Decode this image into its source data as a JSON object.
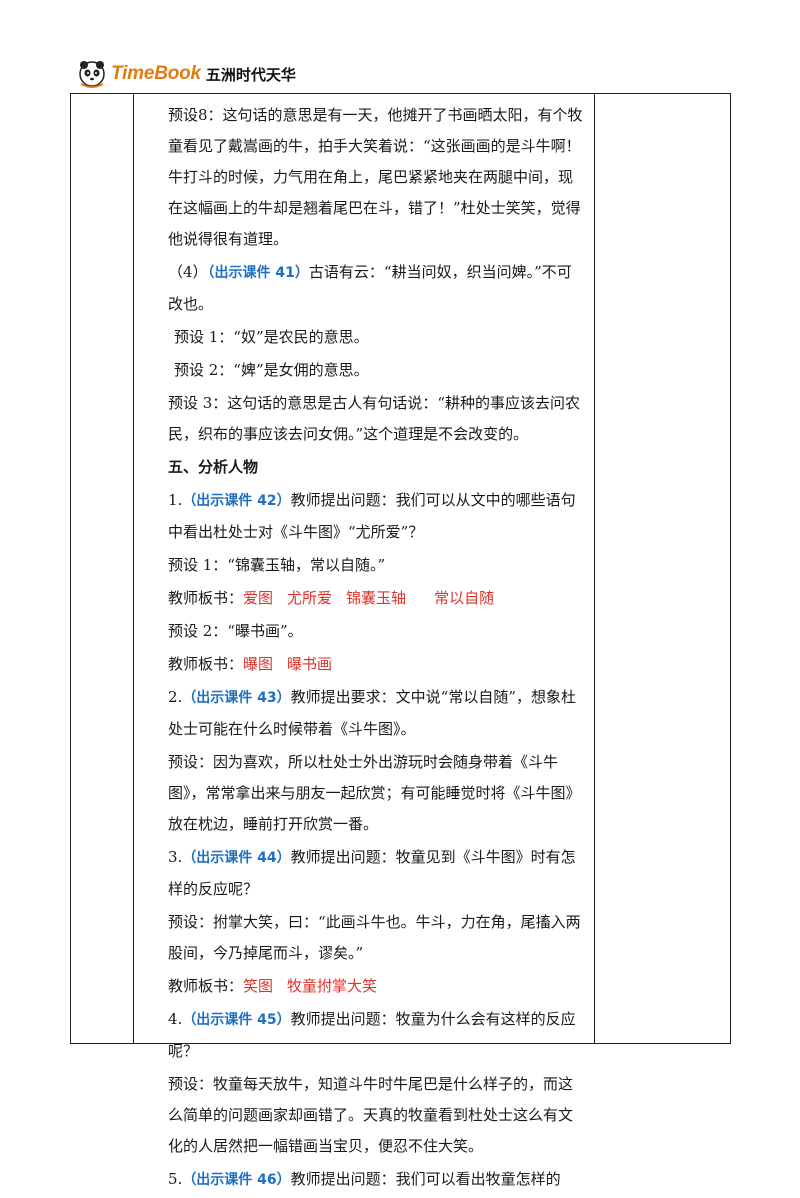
{
  "header": {
    "logo_en": "TimeBook",
    "logo_cn": "五洲时代天华"
  },
  "paras": {
    "p1": "预设8：这句话的意思是有一天，他摊开了书画晒太阳，有个牧童看见了戴嵩画的牛，拍手大笑着说：“这张画画的是斗牛啊！牛打斗的时候，力气用在角上，尾巴紧紧地夹在两腿中间，现在这幅画上的牛却是翘着尾巴在斗，错了！”杜处士笑笑，觉得他说得很有道理。",
    "p2_pre": "（4）",
    "p2_ref": "（出示课件 41）",
    "p2_text": "古语有云：“耕当问奴，织当问婢。”不可改也。",
    "p3": "预设 1：“奴”是农民的意思。",
    "p4": "预设 2：“婢”是女佣的意思。",
    "p5": "预设 3：这句话的意思是古人有句话说：“耕种的事应该去问农民，织布的事应该去问女佣。”这个道理是不会改变的。",
    "sec": "五、分析人物",
    "q1_num": "1.",
    "q1_ref": "（出示课件 42）",
    "q1_text": "教师提出问题：我们可以从文中的哪些语句中看出杜处士对《斗牛图》“尤所爱”？",
    "q1_a1": "预设 1：“锦囊玉轴，常以自随。”",
    "q1_b1_label": "教师板书：",
    "q1_b1_items": [
      "爱图",
      "尤所爱",
      "锦囊玉轴",
      "常以自随"
    ],
    "q1_a2": "预设 2：“曝书画”。",
    "q1_b2_label": "教师板书：",
    "q1_b2_items": [
      "曝图",
      "曝书画"
    ],
    "q2_num": "2.",
    "q2_ref": "（出示课件 43）",
    "q2_text": "教师提出要求：文中说“常以自随”，想象杜处士可能在什么时候带着《斗牛图》。",
    "q2_a": "预设：因为喜欢，所以杜处士外出游玩时会随身带着《斗牛图》，常常拿出来与朋友一起欣赏；有可能睡觉时将《斗牛图》放在枕边，睡前打开欣赏一番。",
    "q3_num": "3.",
    "q3_ref": "（出示课件 44）",
    "q3_text": "教师提出问题：牧童见到《斗牛图》时有怎样的反应呢？",
    "q3_a": "预设：拊掌大笑，曰：“此画斗牛也。牛斗，力在角，尾搐入两股间，今乃掉尾而斗，谬矣。”",
    "q3_b_label": "教师板书：",
    "q3_b_items": [
      "笑图",
      "牧童拊掌大笑"
    ],
    "q4_num": "4.",
    "q4_ref": "（出示课件 45）",
    "q4_text": "教师提出问题：牧童为什么会有这样的反应呢？",
    "q4_a": "预设：牧童每天放牛，知道斗牛时牛尾巴是什么样子的，而这么简单的问题画家却画错了。天真的牧童看到杜处士这么有文化的人居然把一幅错画当宝贝，便忍不住大笑。",
    "q5_num": "5.",
    "q5_ref": "（出示课件 46）",
    "q5_text": "教师提出问题：我们可以看出牧童怎样的"
  }
}
